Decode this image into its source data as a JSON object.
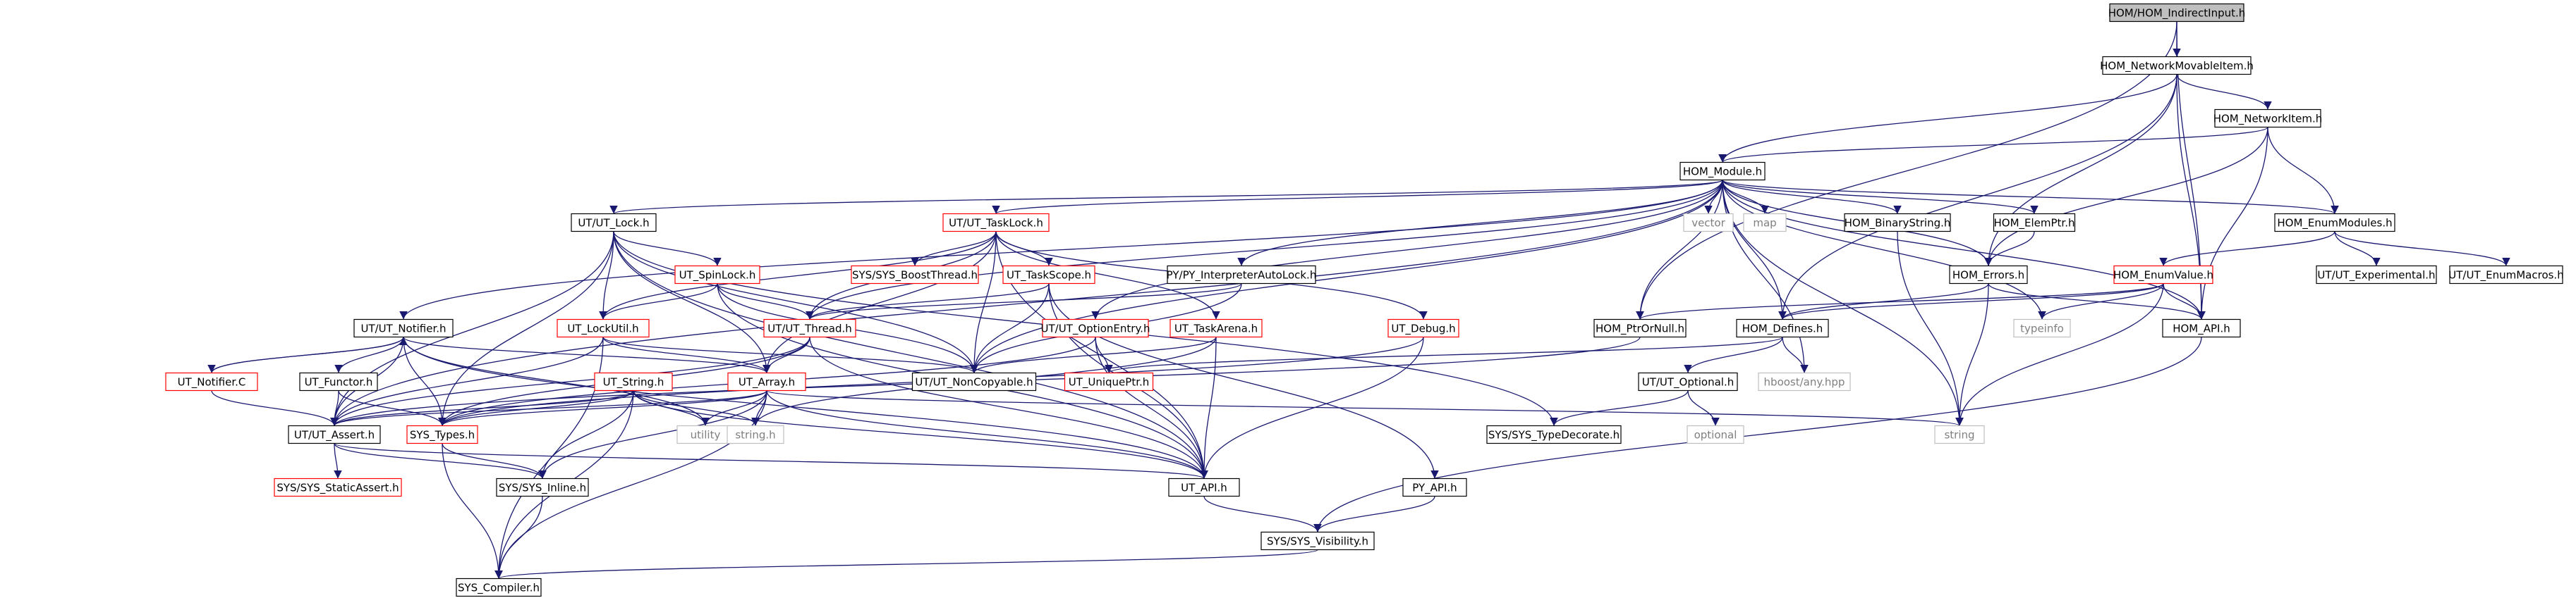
{
  "colors": {
    "edge": "#191970",
    "node_border_normal": "#000000",
    "node_border_incomplete": "#ff0000",
    "node_border_system": "#bfbfbf",
    "node_fill": "#ffffff",
    "root_fill": "#bfbfbf",
    "text": "#000000",
    "system_text": "#7f7f7f"
  },
  "nodes": [
    {
      "id": "root",
      "label": "HOM/HOM_IndirectInput.h",
      "kind": "root"
    },
    {
      "id": "netmov",
      "label": "HOM_NetworkMovableItem.h",
      "kind": "normal"
    },
    {
      "id": "netitem",
      "label": "HOM_NetworkItem.h",
      "kind": "normal"
    },
    {
      "id": "module",
      "label": "HOM_Module.h",
      "kind": "normal"
    },
    {
      "id": "utlock",
      "label": "UT/UT_Lock.h",
      "kind": "normal"
    },
    {
      "id": "tasklock",
      "label": "UT/UT_TaskLock.h",
      "kind": "red"
    },
    {
      "id": "vector",
      "label": "vector",
      "kind": "system"
    },
    {
      "id": "map",
      "label": "map",
      "kind": "system"
    },
    {
      "id": "binstr",
      "label": "HOM_BinaryString.h",
      "kind": "normal"
    },
    {
      "id": "elemptr",
      "label": "HOM_ElemPtr.h",
      "kind": "normal"
    },
    {
      "id": "enummods",
      "label": "HOM_EnumModules.h",
      "kind": "normal"
    },
    {
      "id": "spinlock",
      "label": "UT_SpinLock.h",
      "kind": "red"
    },
    {
      "id": "boostthread",
      "label": "SYS/SYS_BoostThread.h",
      "kind": "red"
    },
    {
      "id": "taskscope",
      "label": "UT_TaskScope.h",
      "kind": "red"
    },
    {
      "id": "pyinterp",
      "label": "PY/PY_InterpreterAutoLock.h",
      "kind": "normal"
    },
    {
      "id": "errors",
      "label": "HOM_Errors.h",
      "kind": "normal"
    },
    {
      "id": "enumvalue",
      "label": "HOM_EnumValue.h",
      "kind": "red"
    },
    {
      "id": "experimental",
      "label": "UT/UT_Experimental.h",
      "kind": "normal"
    },
    {
      "id": "enummacros",
      "label": "UT/UT_EnumMacros.h",
      "kind": "normal"
    },
    {
      "id": "notifier",
      "label": "UT/UT_Notifier.h",
      "kind": "normal"
    },
    {
      "id": "lockutil",
      "label": "UT_LockUtil.h",
      "kind": "red"
    },
    {
      "id": "thread",
      "label": "UT/UT_Thread.h",
      "kind": "red"
    },
    {
      "id": "optentry",
      "label": "UT/UT_OptionEntry.h",
      "kind": "red"
    },
    {
      "id": "taskarena",
      "label": "UT_TaskArena.h",
      "kind": "red"
    },
    {
      "id": "debug",
      "label": "UT_Debug.h",
      "kind": "red"
    },
    {
      "id": "ptrornull",
      "label": "HOM_PtrOrNull.h",
      "kind": "normal"
    },
    {
      "id": "defines",
      "label": "HOM_Defines.h",
      "kind": "normal"
    },
    {
      "id": "typeinfo",
      "label": "typeinfo",
      "kind": "system"
    },
    {
      "id": "homapi",
      "label": "HOM_API.h",
      "kind": "normal"
    },
    {
      "id": "notifierc",
      "label": "UT_Notifier.C",
      "kind": "red"
    },
    {
      "id": "functor",
      "label": "UT_Functor.h",
      "kind": "normal"
    },
    {
      "id": "string",
      "label": "UT_String.h",
      "kind": "red"
    },
    {
      "id": "array",
      "label": "UT_Array.h",
      "kind": "red"
    },
    {
      "id": "noncopy",
      "label": "UT/UT_NonCopyable.h",
      "kind": "normal"
    },
    {
      "id": "uniqueptr",
      "label": "UT_UniquePtr.h",
      "kind": "red"
    },
    {
      "id": "optional",
      "label": "UT/UT_Optional.h",
      "kind": "normal"
    },
    {
      "id": "anyhpp",
      "label": "hboost/any.hpp",
      "kind": "system"
    },
    {
      "id": "optionalstd",
      "label": "optional",
      "kind": "system"
    },
    {
      "id": "utassert",
      "label": "UT/UT_Assert.h",
      "kind": "normal"
    },
    {
      "id": "systypes",
      "label": "SYS_Types.h",
      "kind": "red"
    },
    {
      "id": "utility",
      "label": "utility",
      "kind": "system"
    },
    {
      "id": "stringh",
      "label": "string.h",
      "kind": "system"
    },
    {
      "id": "typedecorate",
      "label": "SYS/SYS_TypeDecorate.h",
      "kind": "normal"
    },
    {
      "id": "stdstring",
      "label": "string",
      "kind": "system"
    },
    {
      "id": "staticassert",
      "label": "SYS/SYS_StaticAssert.h",
      "kind": "red"
    },
    {
      "id": "sysinline",
      "label": "SYS/SYS_Inline.h",
      "kind": "normal"
    },
    {
      "id": "utapi",
      "label": "UT_API.h",
      "kind": "normal"
    },
    {
      "id": "pyapi",
      "label": "PY_API.h",
      "kind": "normal"
    },
    {
      "id": "visibility",
      "label": "SYS/SYS_Visibility.h",
      "kind": "normal"
    },
    {
      "id": "compiler",
      "label": "SYS_Compiler.h",
      "kind": "normal"
    }
  ],
  "edges": [
    [
      "root",
      "netmov"
    ],
    [
      "root",
      "ptrornull"
    ],
    [
      "root",
      "homapi"
    ],
    [
      "netmov",
      "netitem"
    ],
    [
      "netmov",
      "module"
    ],
    [
      "netmov",
      "errors"
    ],
    [
      "netmov",
      "defines"
    ],
    [
      "netmov",
      "homapi"
    ],
    [
      "netitem",
      "module"
    ],
    [
      "netitem",
      "enummods"
    ],
    [
      "netitem",
      "errors"
    ],
    [
      "netitem",
      "homapi"
    ],
    [
      "module",
      "utlock"
    ],
    [
      "module",
      "tasklock"
    ],
    [
      "module",
      "vector"
    ],
    [
      "module",
      "map"
    ],
    [
      "module",
      "binstr"
    ],
    [
      "module",
      "elemptr"
    ],
    [
      "module",
      "enummods"
    ],
    [
      "module",
      "pyinterp"
    ],
    [
      "module",
      "errors"
    ],
    [
      "module",
      "notifier"
    ],
    [
      "module",
      "thread"
    ],
    [
      "module",
      "optentry"
    ],
    [
      "module",
      "defines"
    ],
    [
      "module",
      "typeinfo"
    ],
    [
      "module",
      "homapi"
    ],
    [
      "module",
      "stdstring"
    ],
    [
      "module",
      "anyhpp"
    ],
    [
      "module",
      "utassert"
    ],
    [
      "module",
      "ptrornull"
    ],
    [
      "module",
      "noncopy"
    ],
    [
      "utlock",
      "spinlock"
    ],
    [
      "utlock",
      "lockutil"
    ],
    [
      "utlock",
      "utassert"
    ],
    [
      "utlock",
      "array"
    ],
    [
      "utlock",
      "noncopy"
    ],
    [
      "utlock",
      "typedecorate"
    ],
    [
      "utlock",
      "utapi"
    ],
    [
      "utlock",
      "systypes"
    ],
    [
      "tasklock",
      "boostthread"
    ],
    [
      "tasklock",
      "taskscope"
    ],
    [
      "tasklock",
      "taskarena"
    ],
    [
      "tasklock",
      "debug"
    ],
    [
      "tasklock",
      "lockutil"
    ],
    [
      "tasklock",
      "thread"
    ],
    [
      "tasklock",
      "noncopy"
    ],
    [
      "tasklock",
      "utapi"
    ],
    [
      "tasklock",
      "array"
    ],
    [
      "spinlock",
      "lockutil"
    ],
    [
      "spinlock",
      "thread"
    ],
    [
      "spinlock",
      "noncopy"
    ],
    [
      "spinlock",
      "utapi"
    ],
    [
      "taskscope",
      "thread"
    ],
    [
      "taskscope",
      "noncopy"
    ],
    [
      "taskscope",
      "utapi"
    ],
    [
      "taskscope",
      "pyapi"
    ],
    [
      "pyinterp",
      "noncopy"
    ],
    [
      "pyinterp",
      "thread"
    ],
    [
      "binstr",
      "stdstring"
    ],
    [
      "elemptr",
      "errors"
    ],
    [
      "errors",
      "defines"
    ],
    [
      "errors",
      "homapi"
    ],
    [
      "errors",
      "stdstring"
    ],
    [
      "enummods",
      "enumvalue"
    ],
    [
      "enummods",
      "experimental"
    ],
    [
      "enummods",
      "enummacros"
    ],
    [
      "enumvalue",
      "defines"
    ],
    [
      "enumvalue",
      "homapi"
    ],
    [
      "enumvalue",
      "ptrornull"
    ],
    [
      "enumvalue",
      "stdstring"
    ],
    [
      "enumvalue",
      "typeinfo"
    ],
    [
      "notifier",
      "notifierc"
    ],
    [
      "notifier",
      "functor"
    ],
    [
      "notifier",
      "array"
    ],
    [
      "notifier",
      "utassert"
    ],
    [
      "notifier",
      "systypes"
    ],
    [
      "notifier",
      "utapi"
    ],
    [
      "notifier",
      "utility"
    ],
    [
      "notifierc",
      "notifier"
    ],
    [
      "notifierc",
      "utassert"
    ],
    [
      "lockutil",
      "array"
    ],
    [
      "lockutil",
      "utassert"
    ],
    [
      "lockutil",
      "compiler"
    ],
    [
      "lockutil",
      "noncopy"
    ],
    [
      "thread",
      "array"
    ],
    [
      "thread",
      "utassert"
    ],
    [
      "thread",
      "utapi"
    ],
    [
      "thread",
      "systypes"
    ],
    [
      "optentry",
      "uniqueptr"
    ],
    [
      "optentry",
      "utapi"
    ],
    [
      "optentry",
      "systypes"
    ],
    [
      "taskarena",
      "noncopy"
    ],
    [
      "taskarena",
      "utapi"
    ],
    [
      "taskarena",
      "stringh"
    ],
    [
      "debug",
      "utapi"
    ],
    [
      "debug",
      "systypes"
    ],
    [
      "ptrornull",
      "utassert"
    ],
    [
      "defines",
      "optional"
    ],
    [
      "defines",
      "anyhpp"
    ],
    [
      "defines",
      "uniqueptr"
    ],
    [
      "optional",
      "optionalstd"
    ],
    [
      "optional",
      "typedecorate"
    ],
    [
      "functor",
      "utassert"
    ],
    [
      "functor",
      "systypes"
    ],
    [
      "string",
      "utassert"
    ],
    [
      "string",
      "systypes"
    ],
    [
      "string",
      "utility"
    ],
    [
      "string",
      "stringh"
    ],
    [
      "string",
      "utapi"
    ],
    [
      "string",
      "sysinline"
    ],
    [
      "string",
      "compiler"
    ],
    [
      "array",
      "utassert"
    ],
    [
      "array",
      "systypes"
    ],
    [
      "array",
      "utility"
    ],
    [
      "array",
      "stringh"
    ],
    [
      "array",
      "utapi"
    ],
    [
      "array",
      "sysinline"
    ],
    [
      "array",
      "compiler"
    ],
    [
      "array",
      "stdstring"
    ],
    [
      "utassert",
      "staticassert"
    ],
    [
      "utassert",
      "sysinline"
    ],
    [
      "utassert",
      "utapi"
    ],
    [
      "systypes",
      "sysinline"
    ],
    [
      "systypes",
      "compiler"
    ],
    [
      "sysinline",
      "compiler"
    ],
    [
      "utapi",
      "visibility"
    ],
    [
      "pyapi",
      "visibility"
    ],
    [
      "homapi",
      "visibility"
    ],
    [
      "visibility",
      "compiler"
    ]
  ]
}
